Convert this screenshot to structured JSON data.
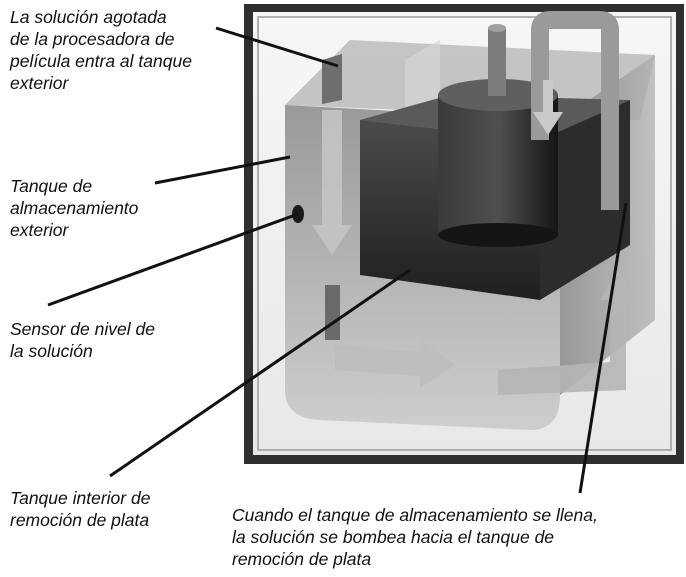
{
  "labels": {
    "entry": "La solución agotada\nde la procesadora de\npelícula entra al tanque\nexterior",
    "outer_tank": "Tanque de\nalmacenamiento\nexterior",
    "sensor": "Sensor de nivel de\nla solución",
    "inner_tank": "Tanque interior de\nremoción de plata",
    "pump_note": "Cuando el tanque de almacenamiento se llena,\nla solución se bombea hacia el tanque de\nremoción de plata"
  },
  "colors": {
    "frame": "#2f2f2f",
    "outer_tank": "#8d8d8d",
    "inner_tank": "#3a3a3a",
    "cylinder": "#1e1e1e",
    "pipe": "#9a9a9a",
    "flow_arrow": "#b8b8b8",
    "leader_line": "#111111"
  }
}
